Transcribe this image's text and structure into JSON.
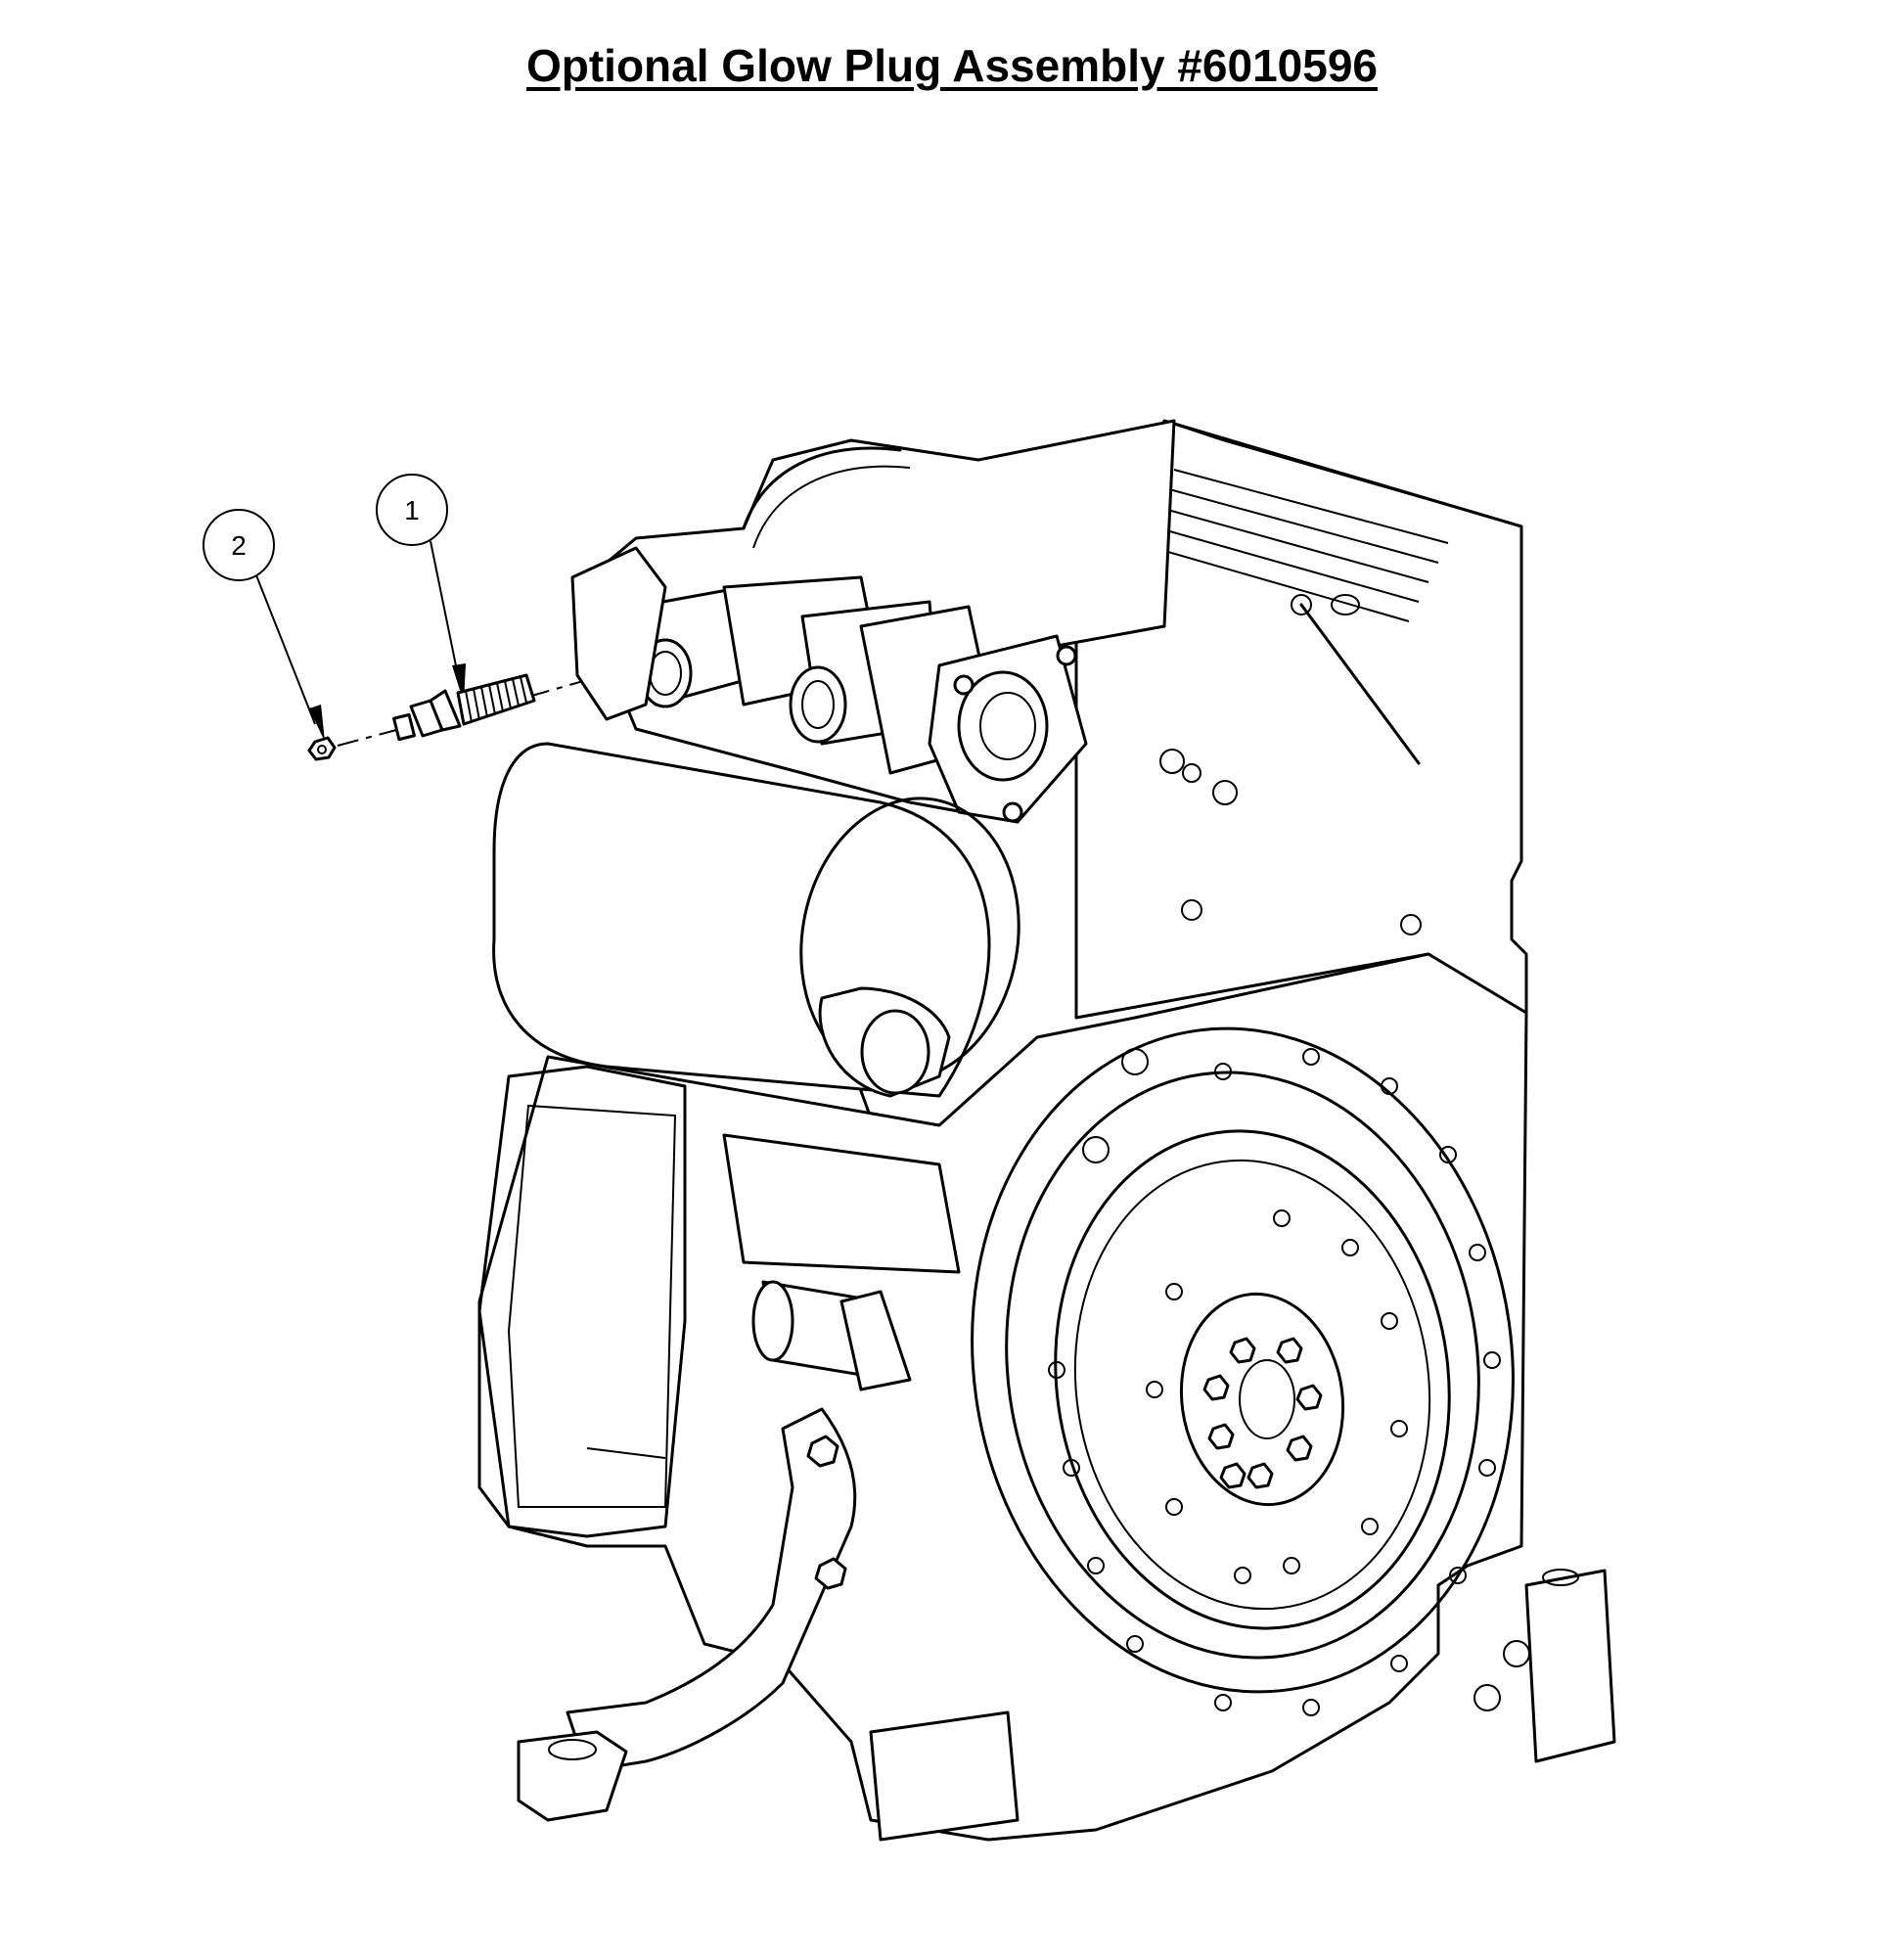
{
  "title": "Optional Glow Plug Assembly #6010596",
  "callouts": [
    {
      "label": "1",
      "part": "glow plug"
    },
    {
      "label": "2",
      "part": "nut"
    }
  ]
}
